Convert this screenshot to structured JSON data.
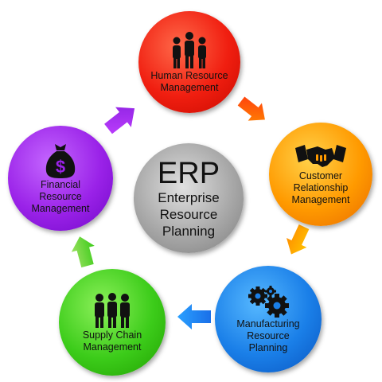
{
  "center": {
    "title": "ERP",
    "subtitle": [
      "Enterprise",
      "Resource",
      "Planning"
    ]
  },
  "nodes": [
    {
      "id": "hr",
      "label": [
        "Human Resource",
        "Management"
      ],
      "icon": "people-icon",
      "color": "#f01e10"
    },
    {
      "id": "crm",
      "label": [
        "Customer",
        "Relationship",
        "Management"
      ],
      "icon": "handshake-icon",
      "color": "#ff9a00"
    },
    {
      "id": "mrp",
      "label": [
        "Manufacturing",
        "Resource",
        "Planning"
      ],
      "icon": "gears-icon",
      "color": "#1a7fe8"
    },
    {
      "id": "scm",
      "label": [
        "Supply Chain",
        "Management"
      ],
      "icon": "people-icon",
      "color": "#3ccc1a"
    },
    {
      "id": "fin",
      "label": [
        "Financial",
        "Resource",
        "Management"
      ],
      "icon": "money-bag-icon",
      "color": "#9a22e8"
    }
  ],
  "cycle": [
    "hr",
    "crm",
    "mrp",
    "scm",
    "fin",
    "hr"
  ]
}
